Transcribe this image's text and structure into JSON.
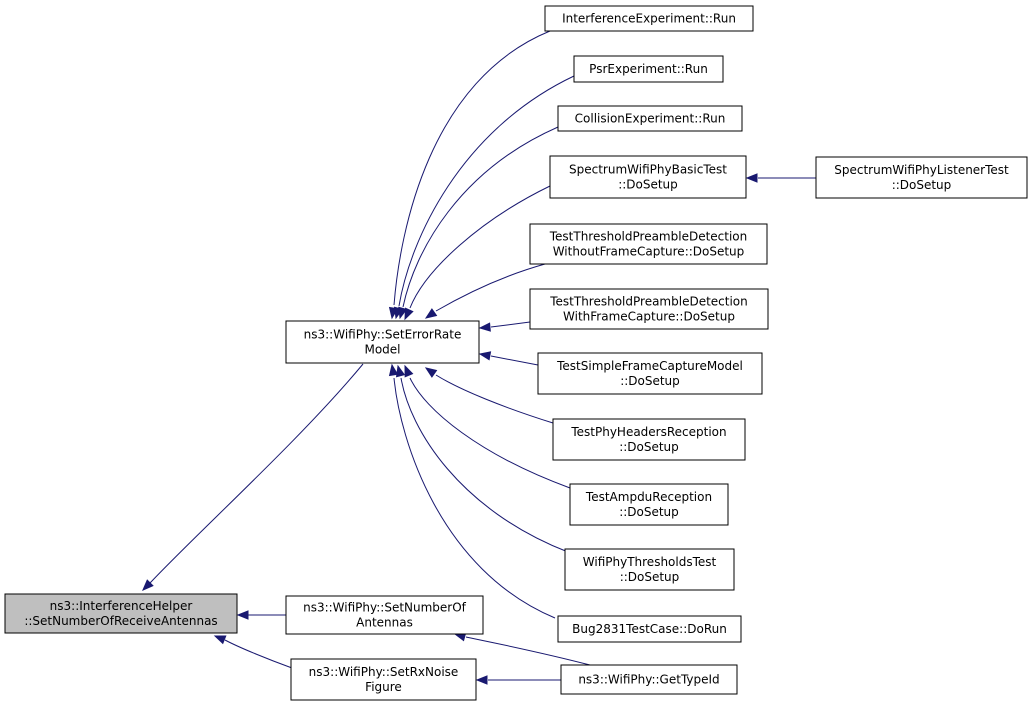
{
  "nodes": [
    {
      "id": "root",
      "lines": [
        "ns3::InterferenceHelper",
        "::SetNumberOfReceiveAntennas"
      ],
      "highlight": true
    },
    {
      "id": "ser",
      "lines": [
        "ns3::WifiPhy::SetErrorRate",
        "Model"
      ]
    },
    {
      "id": "sna",
      "lines": [
        "ns3::WifiPhy::SetNumberOf",
        "Antennas"
      ]
    },
    {
      "id": "srx",
      "lines": [
        "ns3::WifiPhy::SetRxNoise",
        "Figure"
      ]
    },
    {
      "id": "gti",
      "lines": [
        "ns3::WifiPhy::GetTypeId"
      ]
    },
    {
      "id": "ie",
      "lines": [
        "InterferenceExperiment::Run"
      ]
    },
    {
      "id": "pe",
      "lines": [
        "PsrExperiment::Run"
      ]
    },
    {
      "id": "ce",
      "lines": [
        "CollisionExperiment::Run"
      ]
    },
    {
      "id": "swb",
      "lines": [
        "SpectrumWifiPhyBasicTest",
        "::DoSetup"
      ]
    },
    {
      "id": "swl",
      "lines": [
        "SpectrumWifiPhyListenerTest",
        "::DoSetup"
      ]
    },
    {
      "id": "ttw",
      "lines": [
        "TestThresholdPreambleDetection",
        "WithoutFrameCapture::DoSetup"
      ]
    },
    {
      "id": "ttf",
      "lines": [
        "TestThresholdPreambleDetection",
        "WithFrameCapture::DoSetup"
      ]
    },
    {
      "id": "tsf",
      "lines": [
        "TestSimpleFrameCaptureModel",
        "::DoSetup"
      ]
    },
    {
      "id": "tph",
      "lines": [
        "TestPhyHeadersReception",
        "::DoSetup"
      ]
    },
    {
      "id": "tar",
      "lines": [
        "TestAmpduReception",
        "::DoSetup"
      ]
    },
    {
      "id": "wtt",
      "lines": [
        "WifiPhyThresholdsTest",
        "::DoSetup"
      ]
    },
    {
      "id": "bug",
      "lines": [
        "Bug2831TestCase::DoRun"
      ]
    }
  ],
  "edges": [
    {
      "from": "ser",
      "to": "root"
    },
    {
      "from": "sna",
      "to": "root"
    },
    {
      "from": "srx",
      "to": "root"
    },
    {
      "from": "ie",
      "to": "ser"
    },
    {
      "from": "pe",
      "to": "ser"
    },
    {
      "from": "ce",
      "to": "ser"
    },
    {
      "from": "swb",
      "to": "ser"
    },
    {
      "from": "ttw",
      "to": "ser"
    },
    {
      "from": "ttf",
      "to": "ser"
    },
    {
      "from": "tsf",
      "to": "ser"
    },
    {
      "from": "tph",
      "to": "ser"
    },
    {
      "from": "tar",
      "to": "ser"
    },
    {
      "from": "wtt",
      "to": "ser"
    },
    {
      "from": "bug",
      "to": "ser"
    },
    {
      "from": "swl",
      "to": "swb"
    },
    {
      "from": "gti",
      "to": "sna"
    },
    {
      "from": "gti",
      "to": "srx"
    }
  ],
  "colors": {
    "edge": "#191970",
    "highlight_fill": "#bfbfbf",
    "node_fill": "#ffffff",
    "border": "#000000"
  }
}
